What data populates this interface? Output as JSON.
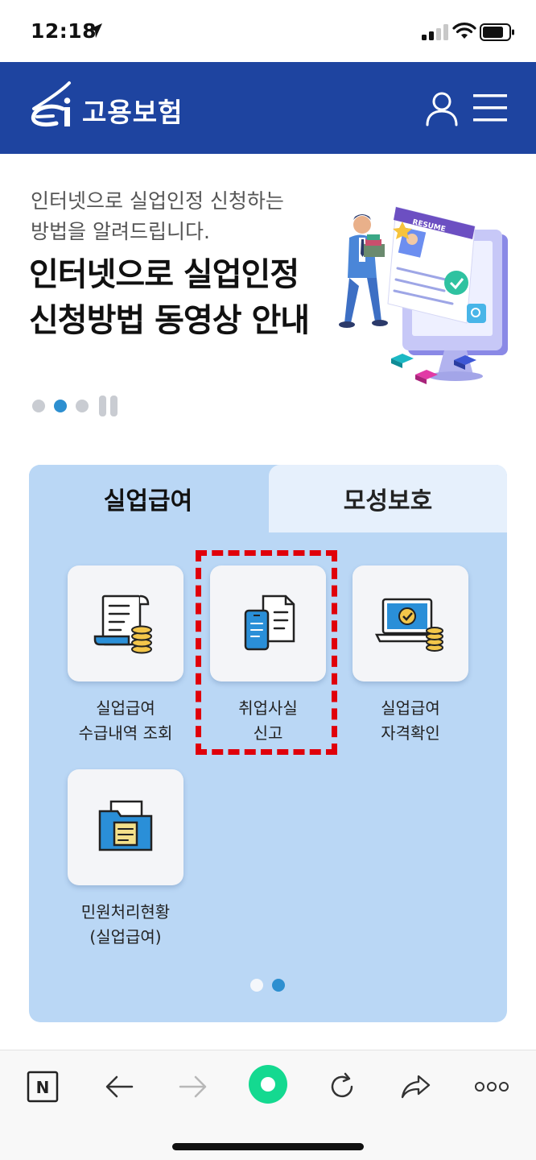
{
  "status_bar": {
    "time": "12:18"
  },
  "header": {
    "brand": "고용보험"
  },
  "banner": {
    "subtitle_line1": "인터넷으로 실업인정 신청하는",
    "subtitle_line2": "방법을 알려드립니다.",
    "title_line1": "인터넷으로 실업인정",
    "title_line2": "신청방법 동영상 안내",
    "illustration_label": "RESUME"
  },
  "tabs": [
    {
      "label": "실업급여",
      "active": true
    },
    {
      "label": "모성보호",
      "active": false
    }
  ],
  "services": [
    {
      "line1": "실업급여",
      "line2": "수급내역 조회"
    },
    {
      "line1": "취업사실",
      "line2": "신고"
    },
    {
      "line1": "실업급여",
      "line2": "자격확인"
    },
    {
      "line1": "민원처리현황",
      "line2": "(실업급여)"
    }
  ],
  "toolbar": {
    "naver_letter": "N"
  },
  "colors": {
    "header_bg": "#1e44a0",
    "panel_bg": "#bad7f5",
    "inactive_tab_bg": "#e6f0fc",
    "accent_dot": "#2d8fd0",
    "highlight": "#e0000a",
    "green_button": "#14d990"
  }
}
